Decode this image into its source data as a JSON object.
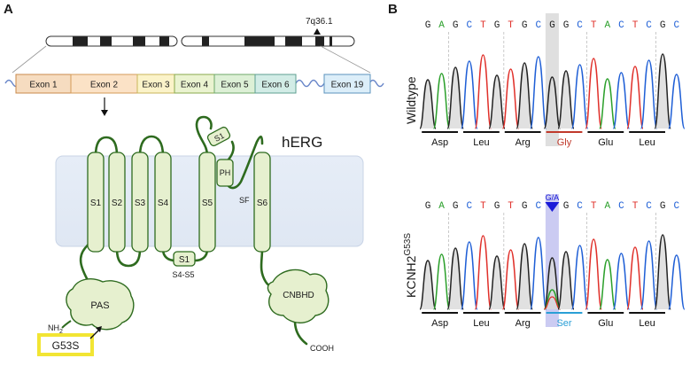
{
  "panel_a": {
    "label": "A",
    "locus": "7q36.1",
    "exons": [
      {
        "label": "Exon 1",
        "color": "#f6dcc0",
        "border": "#c98a4b"
      },
      {
        "label": "Exon 2",
        "color": "#fbe2c6",
        "border": "#d49b58"
      },
      {
        "label": "Exon 3",
        "color": "#fbf3c9",
        "border": "#c8b55a"
      },
      {
        "label": "Exon 4",
        "color": "#eaf3d0",
        "border": "#8aaa4c"
      },
      {
        "label": "Exon 5",
        "color": "#ddf0d6",
        "border": "#6fa86a"
      },
      {
        "label": "Exon 6",
        "color": "#d2ece6",
        "border": "#5f9f92"
      },
      {
        "label": "Exon 19",
        "color": "#dceef9",
        "border": "#5b93bd"
      }
    ],
    "protein_name": "hERG",
    "helices": [
      "S1",
      "S2",
      "S3",
      "S4",
      "S5",
      "S6"
    ],
    "pore_helix": "PH",
    "top_loop_helix": "S1",
    "selectivity_filter": "SF",
    "linker_helix": "S1",
    "linker_label": "S4-S5",
    "pas_domain": "PAS",
    "cnbhd_domain": "CNBHD",
    "n_terminus": "NH",
    "n_terminus_sub": "2",
    "c_terminus": "COOH",
    "mutation_box": "G53S"
  },
  "panel_b": {
    "label": "B",
    "wildtype": {
      "row_label": "Wildtype",
      "bases": [
        "G",
        "A",
        "G",
        "C",
        "T",
        "G",
        "T",
        "G",
        "C",
        "G",
        "G",
        "C",
        "T",
        "A",
        "C",
        "T",
        "C",
        "G",
        "C"
      ],
      "codons": [
        {
          "aa": "Asp",
          "highlight": false
        },
        {
          "aa": "Leu",
          "highlight": false
        },
        {
          "aa": "Arg",
          "highlight": false
        },
        {
          "aa": "Gly",
          "highlight": true
        },
        {
          "aa": "Glu",
          "highlight": false
        },
        {
          "aa": "Leu",
          "highlight": false
        }
      ]
    },
    "mutant": {
      "row_label_main": "KCNH2",
      "row_label_sup": "G53S",
      "call": "G/A",
      "bases": [
        "G",
        "A",
        "G",
        "C",
        "T",
        "G",
        "T",
        "G",
        "C",
        "",
        "G",
        "C",
        "T",
        "A",
        "C",
        "T",
        "C",
        "G",
        "C"
      ],
      "codons": [
        {
          "aa": "Asp",
          "highlight": false
        },
        {
          "aa": "Leu",
          "highlight": false
        },
        {
          "aa": "Arg",
          "highlight": false
        },
        {
          "aa": "Ser",
          "highlight": true
        },
        {
          "aa": "Glu",
          "highlight": false
        },
        {
          "aa": "Leu",
          "highlight": false
        }
      ]
    },
    "base_colors": {
      "A": "#2ca02c",
      "C": "#1f5fd6",
      "G": "#222222",
      "T": "#e0302a"
    },
    "wildtype_highlight_color": "#c0392b",
    "mutant_highlight_color": "#2a9fd6",
    "arrow_color": "#1a1ad8"
  }
}
